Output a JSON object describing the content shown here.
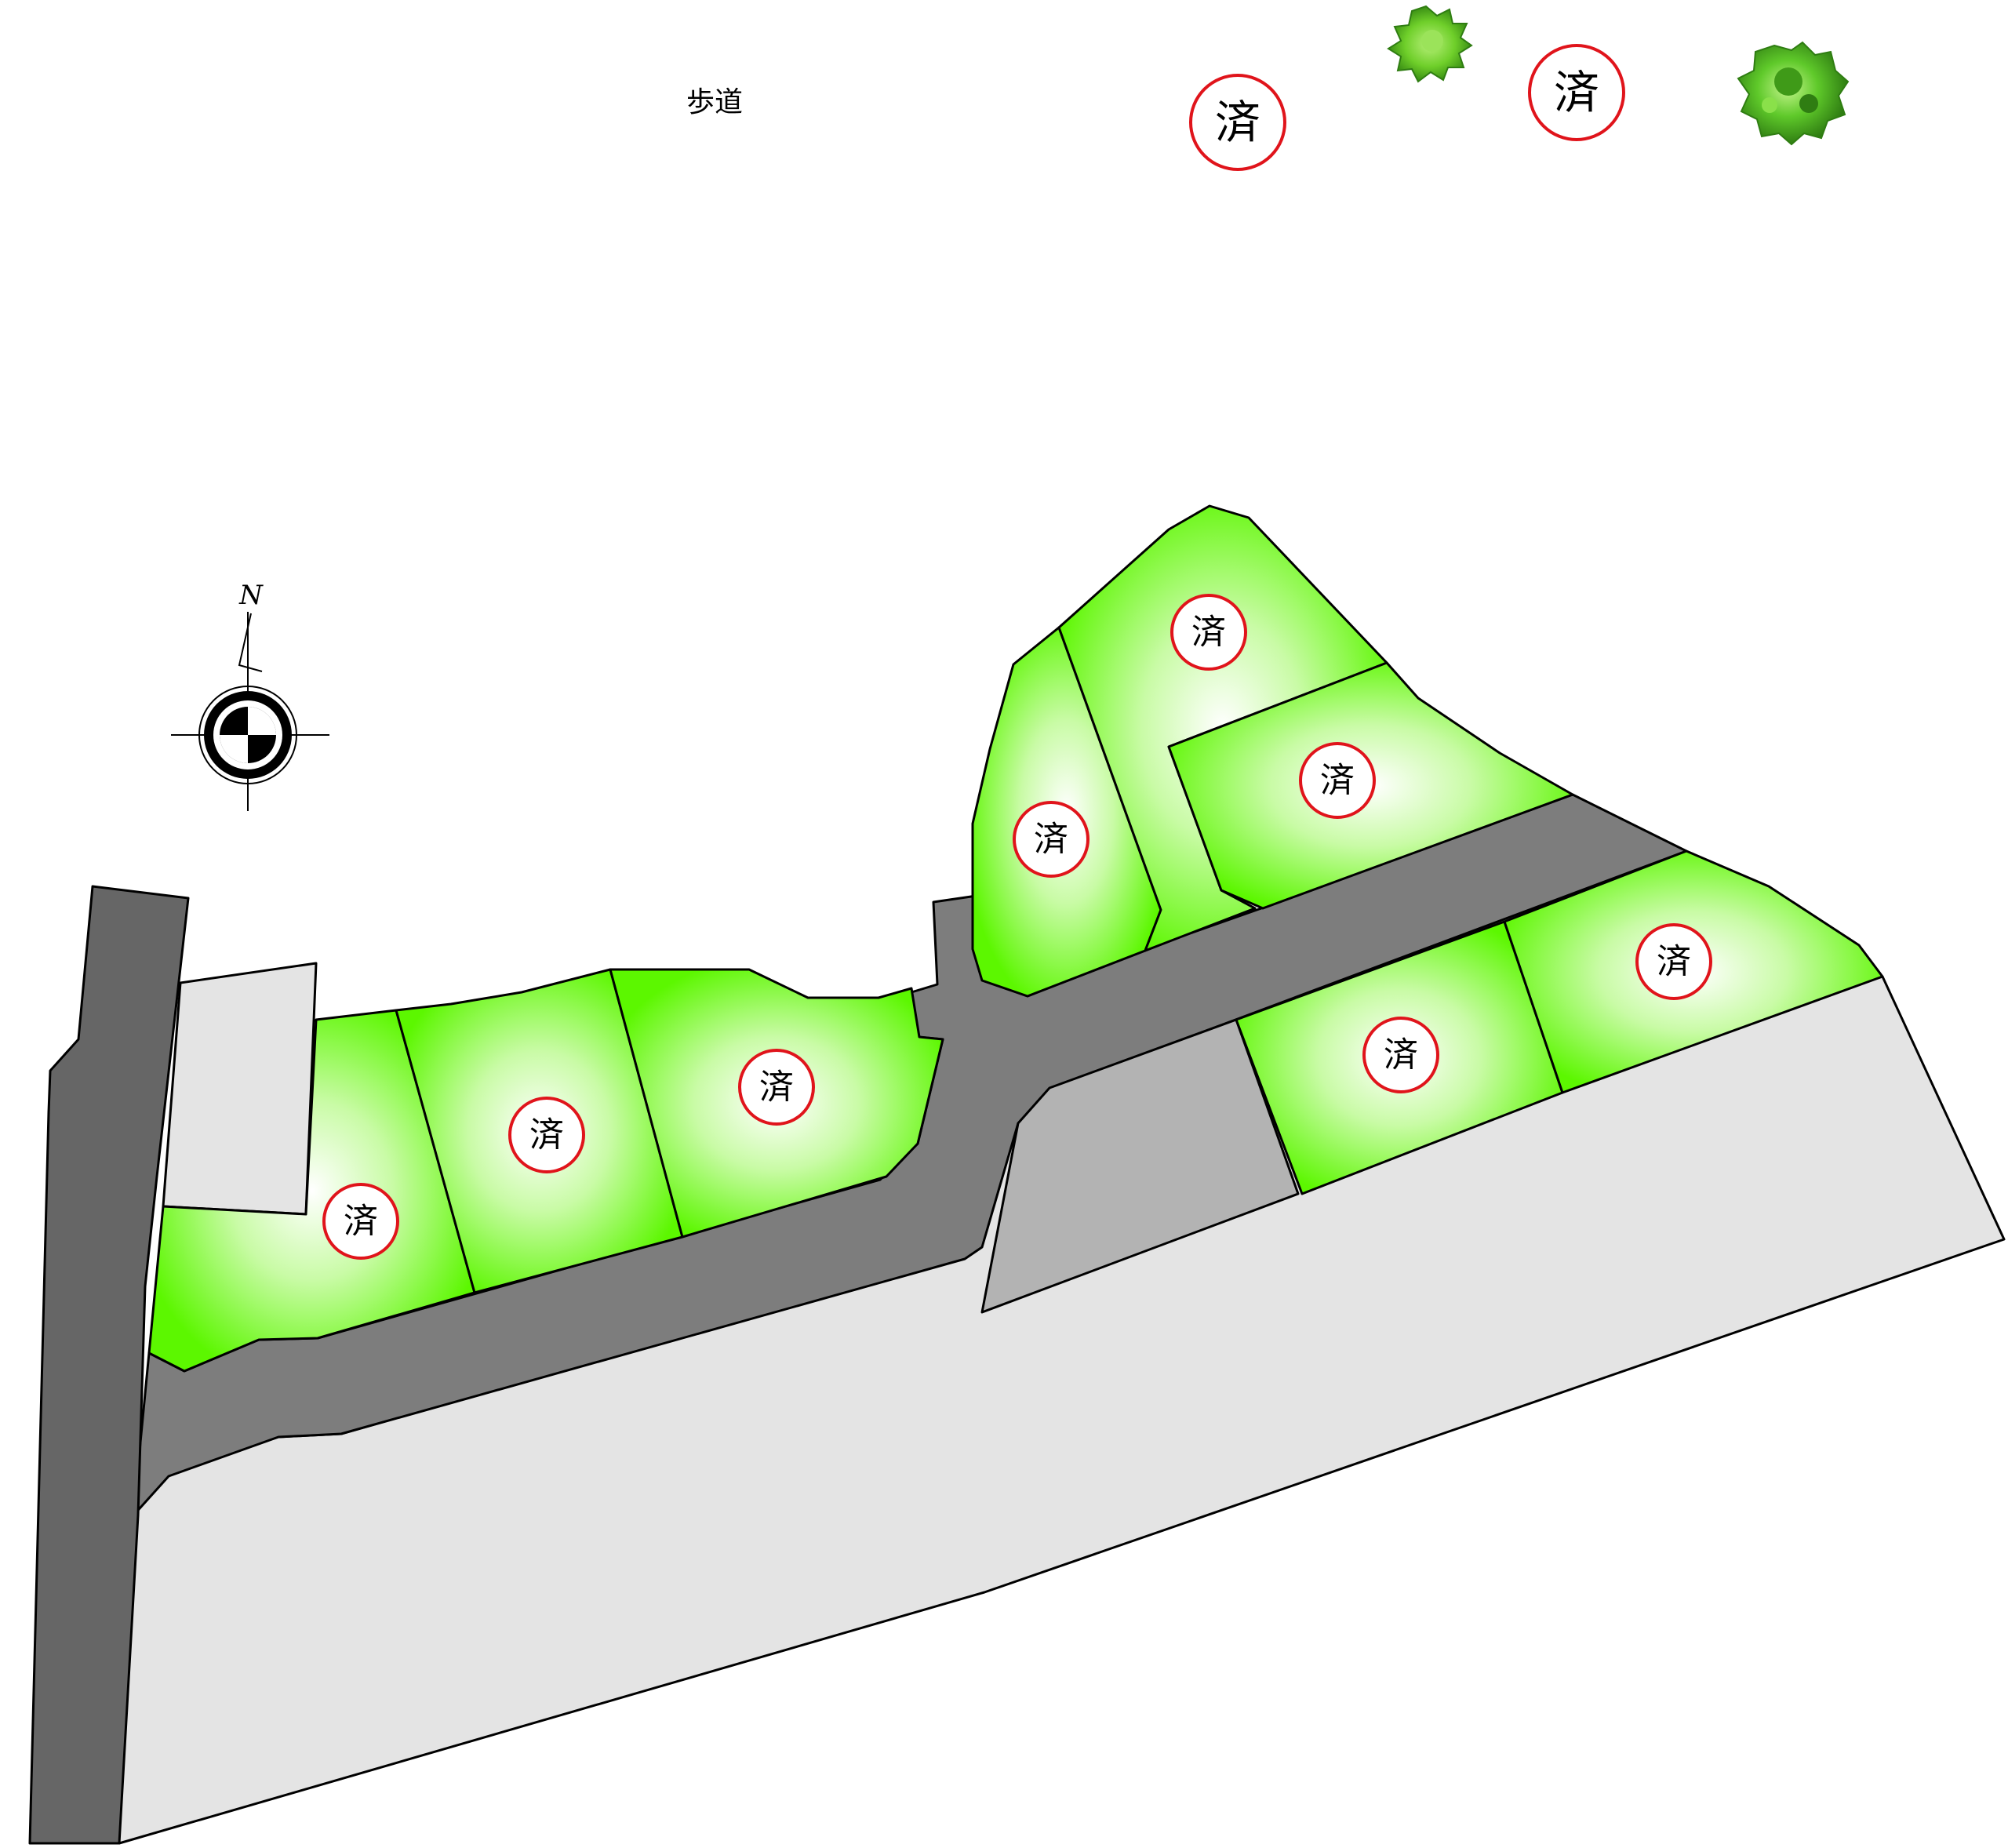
{
  "street_label": "歩道",
  "sold_mark": "済",
  "compass_north": "N",
  "colors": {
    "lot_green": "#5cf700",
    "lot_center": "#ffffff",
    "sold_ring": "#e0141b",
    "road": "#7d7d7d",
    "road_edge": "#666666",
    "land_light": "#e4e4e4",
    "land_mid": "#b3b3b3"
  },
  "legend_sold_marks": 2,
  "lots": [
    {
      "id": "lot-1",
      "status": "sold"
    },
    {
      "id": "lot-2",
      "status": "sold"
    },
    {
      "id": "lot-3",
      "status": "sold"
    },
    {
      "id": "lot-4",
      "status": "sold"
    },
    {
      "id": "lot-5",
      "status": "sold"
    },
    {
      "id": "lot-6",
      "status": "sold"
    },
    {
      "id": "lot-7",
      "status": "sold"
    },
    {
      "id": "lot-8",
      "status": "sold"
    }
  ],
  "trees": [
    "tree-icon",
    "tree-icon"
  ]
}
